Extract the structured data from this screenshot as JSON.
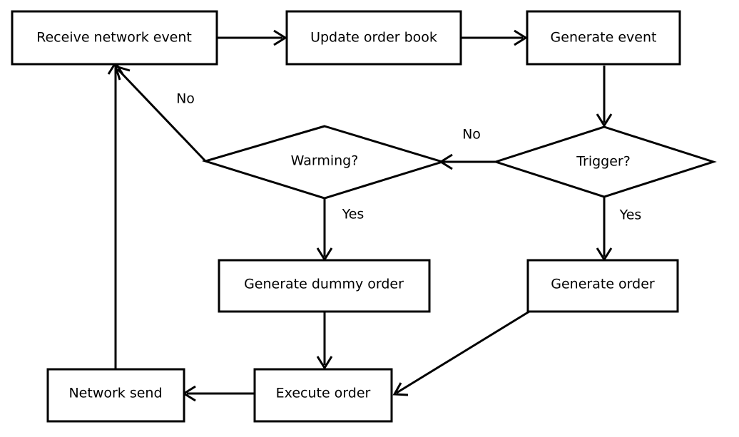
{
  "diagram": {
    "nodes": {
      "receive_network_event": "Receive network event",
      "update_order_book": "Update order book",
      "generate_event": "Generate event",
      "trigger": "Trigger?",
      "warming": "Warming?",
      "generate_dummy_order": "Generate dummy order",
      "generate_order": "Generate order",
      "execute_order": "Execute order",
      "network_send": "Network send"
    },
    "edge_labels": {
      "trigger_no": "No",
      "trigger_yes": "Yes",
      "warming_no": "No",
      "warming_yes": "Yes"
    },
    "colors": {
      "stroke": "#000000",
      "background": "#ffffff"
    }
  }
}
